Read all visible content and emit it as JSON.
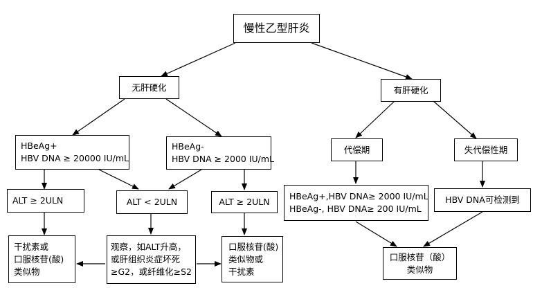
{
  "root": {
    "label": "慢性乙型肝炎"
  },
  "no_cirrhosis": {
    "label": "无肝硬化"
  },
  "cirrhosis": {
    "label": "有肝硬化"
  },
  "hbeag_pos": {
    "line1": "HBeAg+",
    "line2": "HBV DNA ≥ 20000 IU/mL"
  },
  "hbeag_neg": {
    "line1": "HBeAg-",
    "line2": "HBV DNA ≥ 2000 IU/mL"
  },
  "alt_high_left": {
    "label": "ALT ≥ 2ULN"
  },
  "alt_low": {
    "label": "ALT < 2ULN"
  },
  "alt_high_right": {
    "label": "ALT ≥ 2ULN"
  },
  "treat_interferon_or_nuc": {
    "line1": "干扰素或",
    "line2": "口服核苷(酸)",
    "line3": "类似物"
  },
  "observe": {
    "line1": "观察，如ALT升高，",
    "line2": "或肝组织炎症坏死",
    "line3": "≥G2，或纤维化≥S2"
  },
  "treat_nuc_or_interferon": {
    "line1": "口服核苷(酸)",
    "line2": "类似物或",
    "line3": "干扰素"
  },
  "compensated": {
    "label": "代偿期"
  },
  "decompensated": {
    "label": "失代偿性期"
  },
  "compensated_criteria": {
    "line1": "HBeAg+,HBV DNA≥ 2000 IU/mL",
    "line2": "HBeAg-, HBV DNA≥ 200 IU/mL"
  },
  "decompensated_criteria": {
    "label": "HBV DNA可检测到"
  },
  "treat_nuc": {
    "line1": "口服核苷（酸）",
    "line2": "类似物"
  }
}
